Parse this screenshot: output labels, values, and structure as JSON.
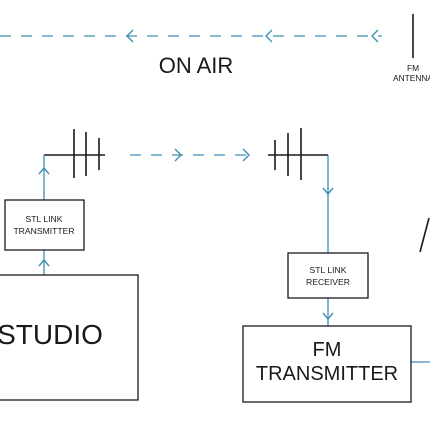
{
  "diagram": {
    "on_air_label": "ON AIR",
    "fm_antenna_label_line1": "FM",
    "fm_antenna_label_line2": "ANTENNA",
    "stl_transmitter_line1": "STL LINK",
    "stl_transmitter_line2": "TRANSMITTER",
    "stl_receiver_line1": "STL LINK",
    "stl_receiver_line2": "RECEIVER",
    "studio_label": "STUDIO",
    "fm_transmitter_line1": "FM",
    "fm_transmitter_line2": "TRANSMITTER"
  },
  "colors": {
    "signal_line": "#3d8fb5",
    "outline": "#1a1a1a",
    "background": "#ffffff"
  }
}
